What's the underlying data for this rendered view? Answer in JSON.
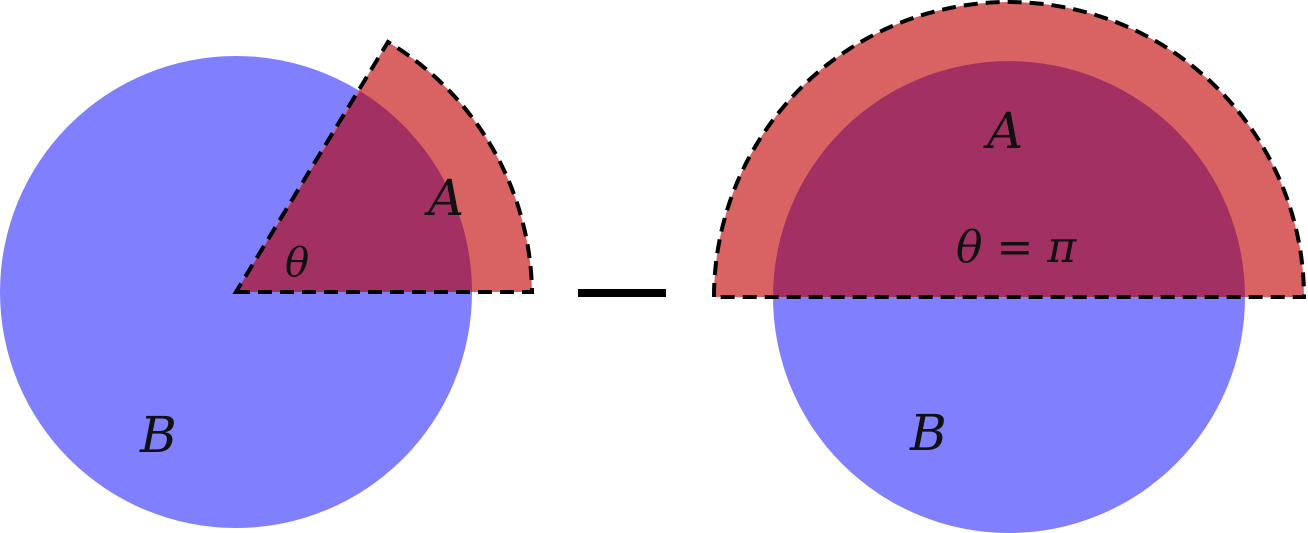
{
  "colors": {
    "background": "#ffffff",
    "disk_b": "#8080ff",
    "region_a": "#d96262",
    "overlap": "#a33063",
    "outline": "#000000"
  },
  "left_panel": {
    "label_a": "A",
    "label_b": "B",
    "label_theta": "θ"
  },
  "operator": {
    "symbol": "minus-sign"
  },
  "right_panel": {
    "label_a": "A",
    "label_b": "B",
    "label_theta": "θ = π"
  }
}
